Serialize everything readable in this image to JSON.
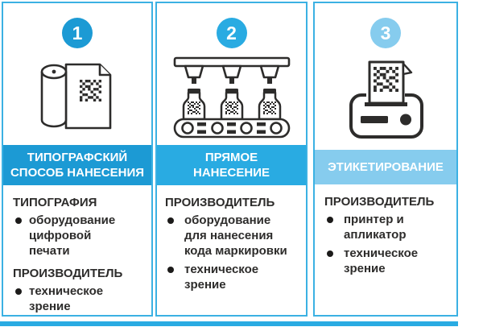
{
  "colors": {
    "panel_border": "#3bb1e3",
    "bottom_bar": "#29abe2",
    "text": "#2d2c2b"
  },
  "panels": [
    {
      "number": "1",
      "accent": "#1c9ad4",
      "icon": "paper-roll-and-sheet-icon",
      "header": "ТИПОГРАФСКИЙ\nСПОСОБ НАНЕСЕНИЯ",
      "sections": [
        {
          "heading": "ТИПОГРАФИЯ",
          "bullets": [
            "оборудование\nцифровой\nпечати"
          ]
        },
        {
          "heading": "ПРОИЗВОДИТЕЛЬ",
          "bullets": [
            "техническое\nзрение"
          ]
        }
      ]
    },
    {
      "number": "2",
      "accent": "#29abe2",
      "icon": "conveyor-direct-marking-icon",
      "header": "ПРЯМОЕ\nНАНЕСЕНИЕ",
      "sections": [
        {
          "heading": "ПРОИЗВОДИТЕЛЬ",
          "bullets": [
            "оборудование\nдля нанесения\nкода маркировки",
            "техническое\nзрение"
          ]
        }
      ]
    },
    {
      "number": "3",
      "accent": "#86ccee",
      "icon": "label-printer-icon",
      "header": "ЭТИКЕТИРОВАНИЕ",
      "sections": [
        {
          "heading": "ПРОИЗВОДИТЕЛЬ",
          "bullets": [
            "принтер и\nапликатор",
            "техническое\nзрение"
          ]
        }
      ]
    }
  ]
}
